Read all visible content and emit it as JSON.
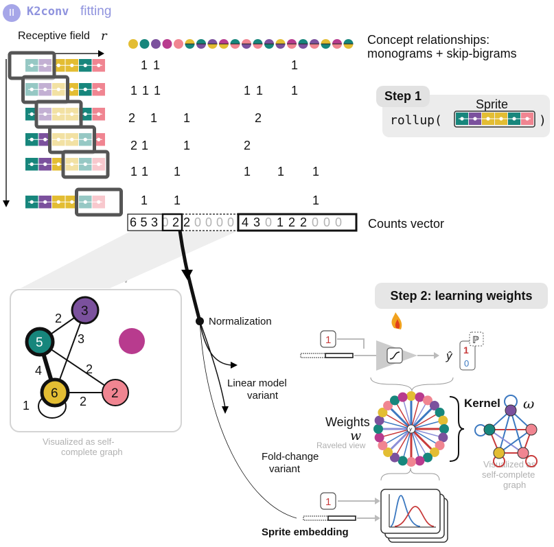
{
  "header": {
    "badge": "II",
    "code": "K2conv",
    "title": "fitting"
  },
  "receptive_field": {
    "label": "Receptive field",
    "symbol": "r"
  },
  "concepts": {
    "line1": "Concept relationships:",
    "line2": "monograms + skip-bigrams"
  },
  "count_rows": [
    [
      "1",
      "1",
      "1"
    ],
    [
      "1",
      "1",
      "1",
      "1",
      "1",
      "1"
    ],
    [
      "2",
      "1",
      "1",
      "2"
    ],
    [
      "2",
      "1",
      "1",
      "2"
    ],
    [
      "1",
      "1",
      "1",
      "1",
      "1",
      "1"
    ],
    [
      "1",
      "1",
      "1"
    ]
  ],
  "counts_vector": {
    "label": "Counts vector",
    "mono": [
      "6",
      "5",
      "3",
      "0",
      "2"
    ],
    "grey": [
      "2",
      "0",
      "0",
      "0",
      "0"
    ],
    "bigram": [
      "4",
      "3",
      "0",
      "1",
      "2",
      "2",
      "0",
      "0",
      "0"
    ]
  },
  "step1": {
    "label": "Step 1",
    "sprite": "Sprite",
    "code": "rollup(",
    "close": ")"
  },
  "step2": {
    "label": "Step 2: learning weights"
  },
  "graph": {
    "title": "Graph view",
    "caption1": "Visualized as self-",
    "caption2": "complete graph",
    "nodes": [
      "3",
      "5",
      "6",
      "2"
    ],
    "edge_labels": [
      "2",
      "3",
      "4",
      "2",
      "2",
      "1"
    ]
  },
  "model": {
    "normalization": "Normalization",
    "linear1": "Linear model",
    "linear2": "variant",
    "foldchange1": "Fold-change",
    "foldchange2": "variant",
    "sprite_embedding": "Sprite embedding",
    "input_one": "1",
    "output_one": "1",
    "output_zero": "0",
    "p_symbol": "ℙ",
    "y_hat": "ŷ"
  },
  "weights": {
    "label": "Weights",
    "symbol": "w",
    "sublabel": "Raveled view",
    "center": "y"
  },
  "kernel": {
    "label": "Kernel",
    "symbol": "ω",
    "caption1": "Visualized as",
    "caption2": "self-complete",
    "caption3": "graph"
  },
  "colors": {
    "teal": "#17867c",
    "purple": "#7b519d",
    "yellow": "#e3bd33",
    "pink": "#f08591",
    "magenta": "#b83b8e",
    "blue": "#3b78c0",
    "red": "#c83a3a",
    "lavender": "#8b8fd8"
  }
}
